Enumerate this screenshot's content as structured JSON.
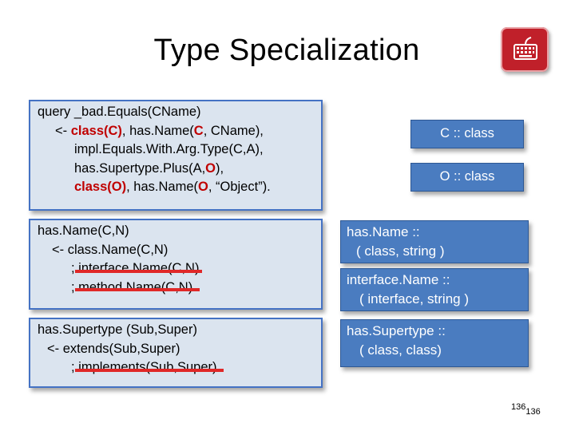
{
  "title": "Type Specialization",
  "logo": {
    "icon": "keyboard-logo-icon",
    "color": "#c0202a"
  },
  "rule1": {
    "l1": "query _bad.Equals(CName)",
    "l2_pre": "<- ",
    "l2_red": "class(C)",
    "l2_mid": ", has.Name(",
    "l2_red2": "C",
    "l2_post": ", CName),",
    "l3": "impl.Equals.With.Arg.Type(C,A),",
    "l4_pre": "has.Supertype.Plus(A,",
    "l4_red": "O",
    "l4_post": "),",
    "l5_red": "class(O)",
    "l5_mid": ", has.Name(",
    "l5_red2": "O",
    "l5_post": ", “Object”)."
  },
  "tags": {
    "c_class": "C :: class",
    "o_class": "O :: class"
  },
  "rule2": {
    "l1": "has.Name(C,N)",
    "l2": "<-   class.Name(C,N)",
    "l3_pre": "; ",
    "l3_struck": "interface.Name(C,N)",
    "l4_pre": "; ",
    "l4_struck": "method.Name(C,N).",
    "sig1_a": "has.Name ::",
    "sig1_b": "( class, string )",
    "sig2_a": "interface.Name  ::",
    "sig2_b": "( interface, string )"
  },
  "rule3": {
    "l1": "has.Supertype (Sub,Super)",
    "l2": "<-   extends(Sub,Super)",
    "l3_pre": "; ",
    "l3_struck": "implements(Sub,Super).",
    "sig_a": "has.Supertype ::",
    "sig_b": "( class, class)"
  },
  "page": {
    "num": "136",
    "sub": "136"
  }
}
